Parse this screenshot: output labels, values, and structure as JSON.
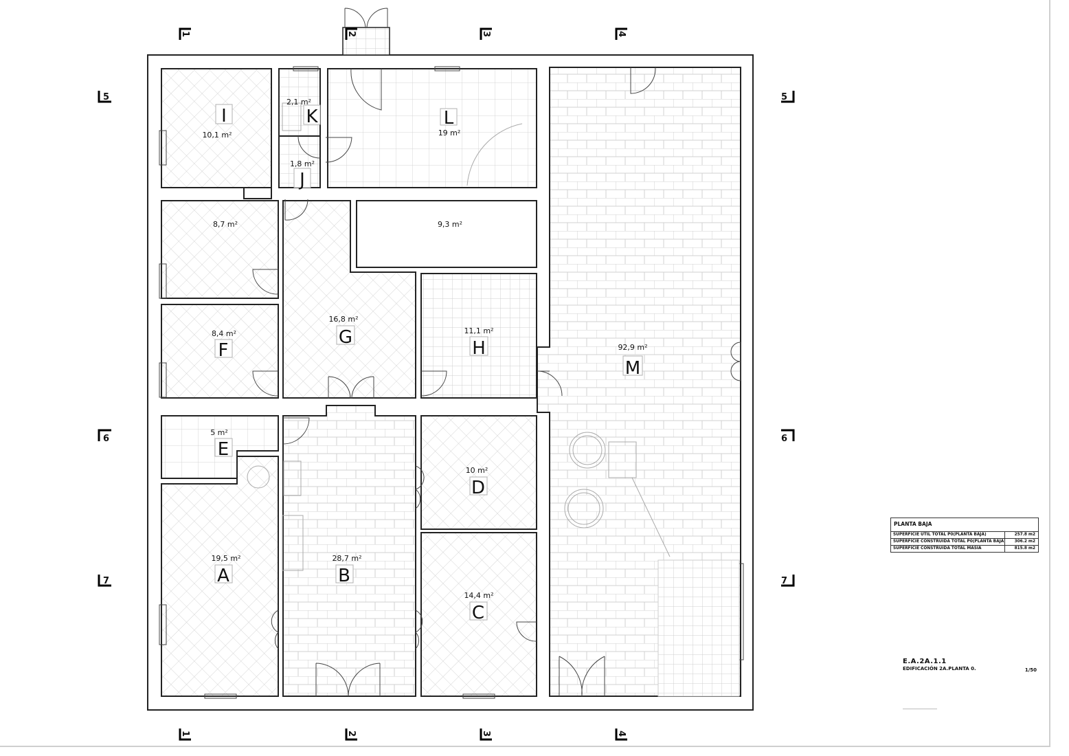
{
  "drawing": {
    "code": "E.A.2A.1.1",
    "name": "EDIFICACIÓN 2A.PLANTA 0.",
    "scale": "1/50"
  },
  "surface_table": {
    "title": "PLANTA BAJA",
    "rows": [
      {
        "label": "SUPERFICIE UTIL TOTAL P0(PLANTA BAJA)",
        "value": "257.8 m2"
      },
      {
        "label": "SUPERFICIE CONSTRUIDA TOTAL P0(PLANTA BAJA)",
        "value": "306.2 m2"
      },
      {
        "label": "SUPERFICIE CONSTRUIDA TOTAL MASIA",
        "value": "815.8 m2"
      }
    ]
  },
  "section_marks": {
    "top": [
      "1",
      "2",
      "3",
      "4"
    ],
    "bottom": [
      "1",
      "2",
      "3",
      "4"
    ],
    "left": [
      "5",
      "6",
      "7"
    ],
    "right": [
      "5",
      "6",
      "7"
    ]
  },
  "rooms": {
    "A": {
      "letter": "A",
      "area": "19,5 m²"
    },
    "B": {
      "letter": "B",
      "area": "28,7 m²"
    },
    "C": {
      "letter": "C",
      "area": "14,4 m²"
    },
    "D": {
      "letter": "D",
      "area": "10 m²"
    },
    "E": {
      "letter": "E",
      "area": "5 m²"
    },
    "F": {
      "letter": "F",
      "area": "8,4 m²"
    },
    "G": {
      "letter": "G",
      "area": "16,8 m²"
    },
    "H": {
      "letter": "H",
      "area": "11,1 m²"
    },
    "I": {
      "letter": "I",
      "area": "10,1 m²"
    },
    "J": {
      "letter": "J",
      "area": "1,8 m²"
    },
    "K": {
      "letter": "K",
      "area": "2,1 m²"
    },
    "L": {
      "letter": "L",
      "area": "19 m²"
    },
    "M": {
      "letter": "M",
      "area": "92,9 m²"
    },
    "unnamed_upper_left": {
      "area": "8,7 m²"
    },
    "unnamed_storage": {
      "area": "9,3 m²"
    }
  }
}
